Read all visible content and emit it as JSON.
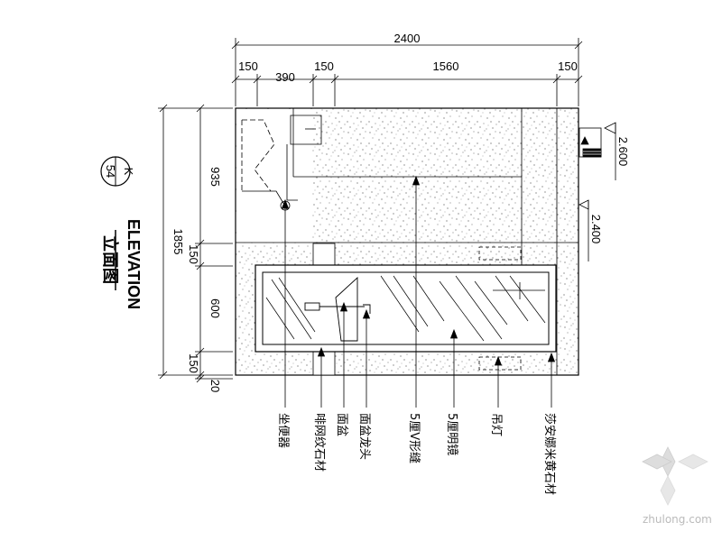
{
  "dimensions": {
    "top_total": "2400",
    "top_segments": [
      "150",
      "390",
      "150",
      "1560",
      "150"
    ],
    "left_total": "1855",
    "left_segments": [
      "935",
      "150",
      "600",
      "150",
      "20"
    ]
  },
  "levels": [
    "2.600",
    "2.400"
  ],
  "section_marker": {
    "top": "K",
    "bottom": "54"
  },
  "title": {
    "en": "ELEVATION",
    "cn": "立面图"
  },
  "callouts": [
    "坐便器",
    "啡网纹石材",
    "面盆",
    "面盆龙头",
    "5厘V形缝",
    "5厘明镜",
    "吊灯",
    "莎安娜米黄石材"
  ],
  "watermark": {
    "site": "zhulong.com"
  }
}
